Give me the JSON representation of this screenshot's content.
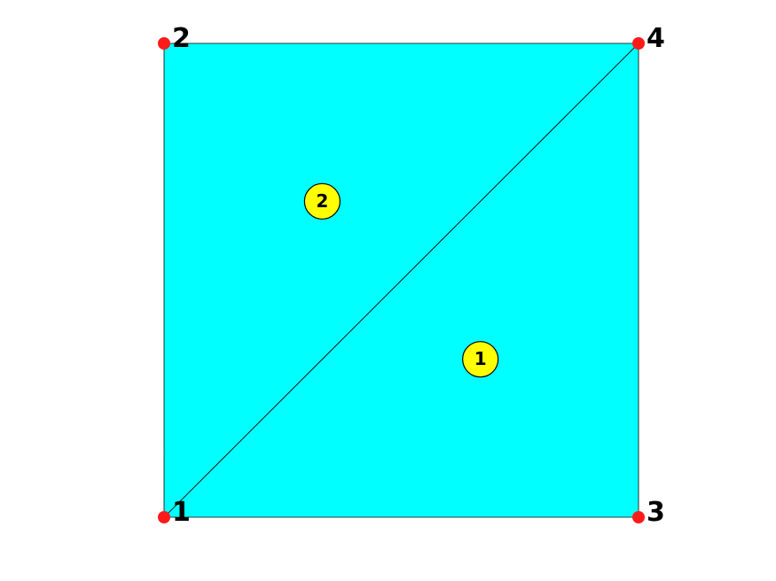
{
  "mesh": {
    "fill_color": "#00ffff",
    "edge_color": "#000000",
    "node_color": "#ff1a1a",
    "element_marker_color": "#ffff00",
    "nodes": [
      {
        "id": "1",
        "x": 0,
        "y": 0
      },
      {
        "id": "2",
        "x": 0,
        "y": 1
      },
      {
        "id": "3",
        "x": 1,
        "y": 0
      },
      {
        "id": "4",
        "x": 1,
        "y": 1
      }
    ],
    "elements": [
      {
        "id": "1",
        "nodes": [
          "1",
          "3",
          "4"
        ]
      },
      {
        "id": "2",
        "nodes": [
          "1",
          "4",
          "2"
        ]
      }
    ]
  }
}
